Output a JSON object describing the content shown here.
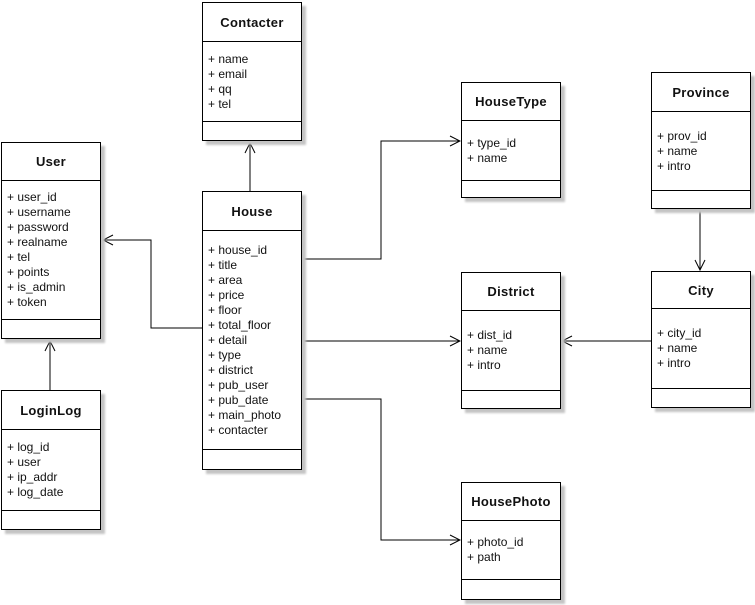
{
  "diagram": {
    "type": "uml-class-diagram",
    "colors": {
      "background": "#ffffff",
      "box_fill": "#ffffff",
      "box_border": "#000000",
      "box_shadow": "#c4c4c4",
      "text": "#111111",
      "line": "#000000"
    }
  },
  "classes": {
    "contacter": {
      "name": "Contacter",
      "attributes": [
        "+ name",
        "+ email",
        "+ qq",
        "+ tel"
      ]
    },
    "user": {
      "name": "User",
      "attributes": [
        "+ user_id",
        "+ username",
        "+ password",
        "+ realname",
        "+ tel",
        "+ points",
        "+ is_admin",
        "+ token"
      ]
    },
    "house": {
      "name": "House",
      "attributes": [
        "+ house_id",
        "+ title",
        "+ area",
        "+ price",
        "+ floor",
        "+ total_floor",
        "+ detail",
        "+ type",
        "+ district",
        "+ pub_user",
        "+ pub_date",
        "+ main_photo",
        "+ contacter"
      ]
    },
    "housetype": {
      "name": "HouseType",
      "attributes": [
        "+ type_id",
        "+ name"
      ]
    },
    "province": {
      "name": "Province",
      "attributes": [
        "+ prov_id",
        "+ name",
        "+ intro"
      ]
    },
    "district": {
      "name": "District",
      "attributes": [
        "+ dist_id",
        "+ name",
        "+ intro"
      ]
    },
    "city": {
      "name": "City",
      "attributes": [
        "+ city_id",
        "+ name",
        "+ intro"
      ]
    },
    "loginlog": {
      "name": "LoginLog",
      "attributes": [
        "+ log_id",
        "+ user",
        "+ ip_addr",
        "+ log_date"
      ]
    },
    "housephoto": {
      "name": "HousePhoto",
      "attributes": [
        "+ photo_id",
        "+ path"
      ]
    }
  },
  "relations": [
    {
      "from": "House",
      "to": "Contacter",
      "arrow": "open"
    },
    {
      "from": "House",
      "to": "User",
      "arrow": "open"
    },
    {
      "from": "House",
      "to": "HouseType",
      "arrow": "open"
    },
    {
      "from": "House",
      "to": "District",
      "arrow": "open"
    },
    {
      "from": "House",
      "to": "HousePhoto",
      "arrow": "open"
    },
    {
      "from": "Province",
      "to": "City",
      "arrow": "open"
    },
    {
      "from": "City",
      "to": "District",
      "arrow": "open"
    },
    {
      "from": "LoginLog",
      "to": "User",
      "arrow": "open"
    }
  ]
}
